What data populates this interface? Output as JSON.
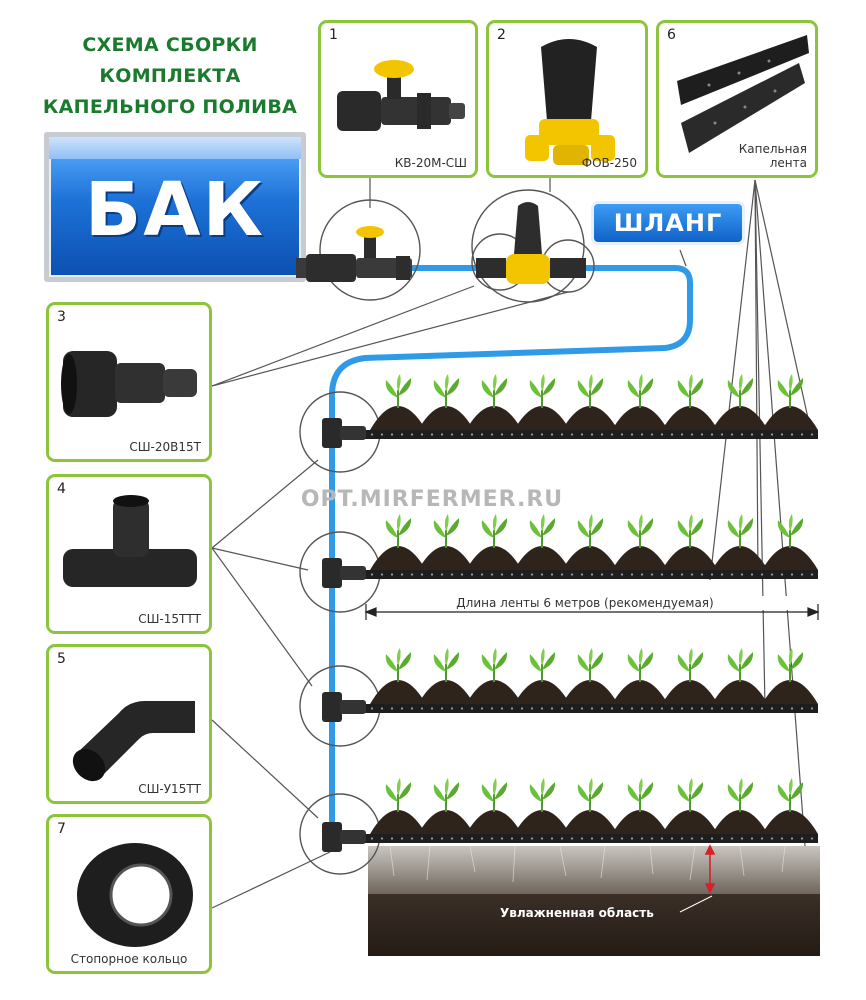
{
  "title": "СХЕМА СБОРКИ КОМПЛЕКТА КАПЕЛЬНОГО ПОЛИВА",
  "tank_label": "БАК",
  "hose_label": "ШЛАНГ",
  "parts": [
    {
      "number": "1",
      "caption": "КВ-20М-СШ"
    },
    {
      "number": "2",
      "caption": "ФОВ-250"
    },
    {
      "number": "6",
      "caption": "Капельная лента"
    },
    {
      "number": "3",
      "caption": "СШ-20В15Т"
    },
    {
      "number": "4",
      "caption": "СШ-15ТТТ"
    },
    {
      "number": "5",
      "caption": "СШ-У15ТТ"
    },
    {
      "number": "7",
      "caption": "Стопорное кольцо"
    }
  ],
  "tape_length_label": "Длина ленты 6 метров (рекомендуемая)",
  "moist_area_label": "Увлажненная область",
  "watermark": "OPT.MIRFERMER.RU",
  "colors": {
    "green": "#8cc43c",
    "blue": "#2f9be8",
    "hose": "#2f9be8",
    "soil": "#2b211a"
  }
}
